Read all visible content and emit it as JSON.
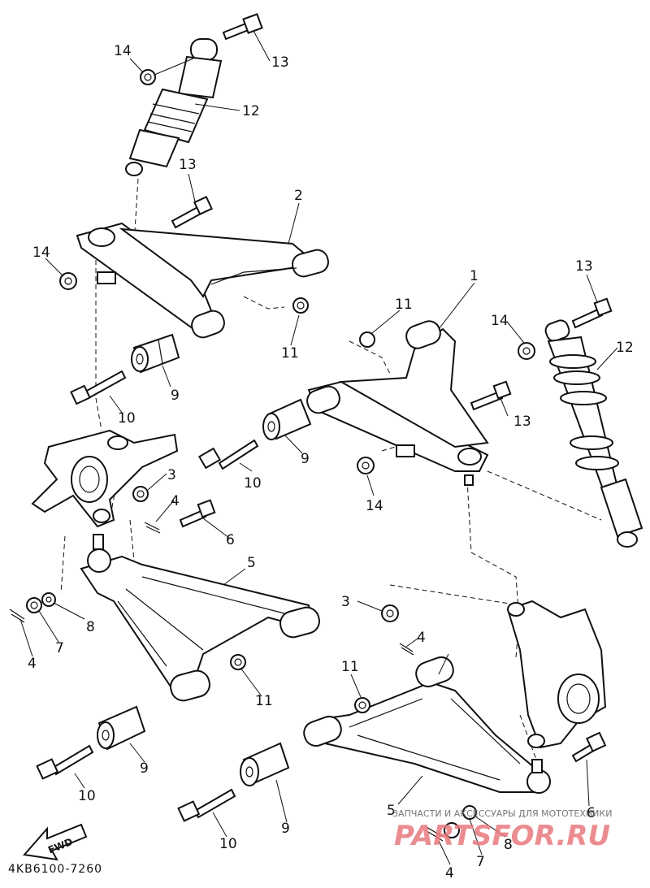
{
  "diagram": {
    "part_code": "4KB6100-7260",
    "fwd_label": "FWD",
    "watermark_small": "ЗАПЧАСТИ И АКСЕССУАРЫ ДЛЯ МОТОТЕХНИКИ",
    "watermark_big": "PARTSFOR.RU",
    "watermark_color": "#e8787e",
    "callouts": [
      "1",
      "2",
      "3",
      "3",
      "4",
      "4",
      "4",
      "5",
      "5",
      "6",
      "6",
      "7",
      "7",
      "8",
      "8",
      "9",
      "9",
      "9",
      "9",
      "10",
      "10",
      "10",
      "10",
      "11",
      "11",
      "11",
      "11",
      "12",
      "12",
      "13",
      "13",
      "13",
      "13",
      "14",
      "14",
      "14"
    ]
  }
}
